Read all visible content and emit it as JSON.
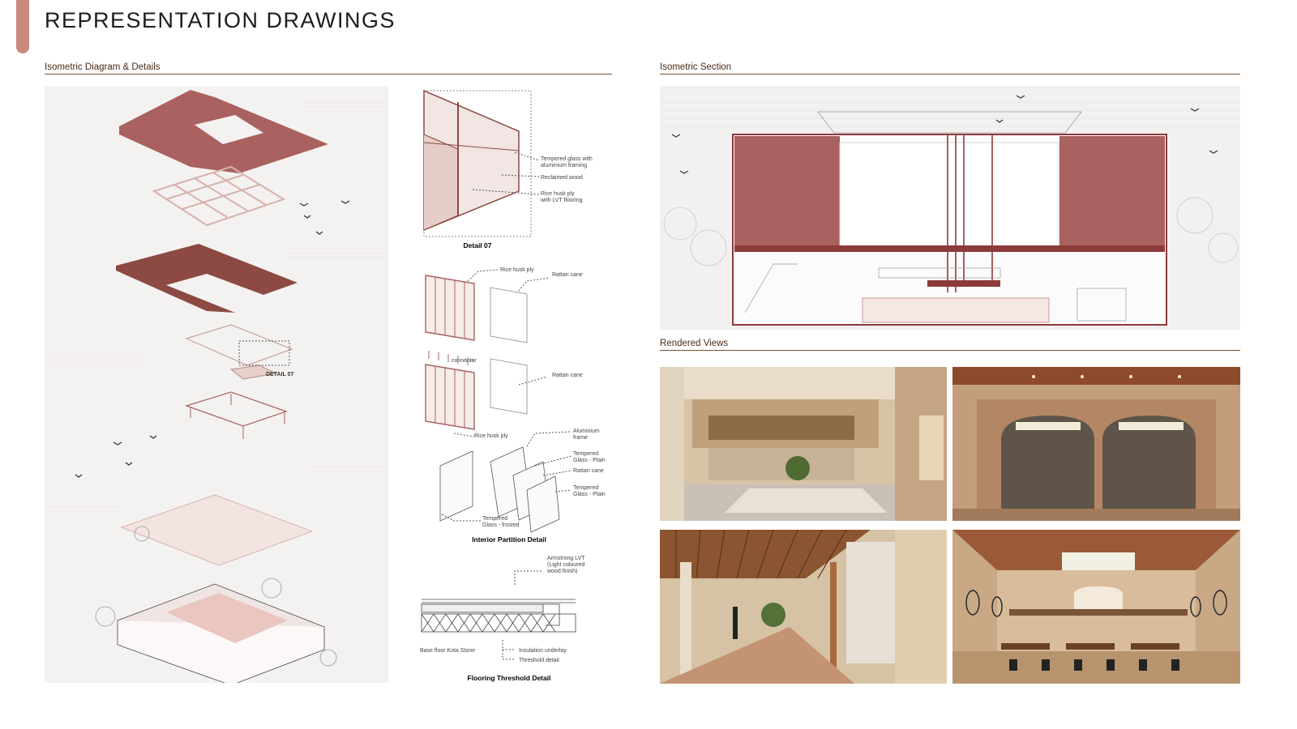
{
  "title": "REPRESENTATION DRAWINGS",
  "sections": {
    "iso_diagram": "Isometric Diagram & Details",
    "iso_section": "Isometric Section",
    "rendered": "Rendered Views"
  },
  "explode_label": "DETAIL 07",
  "detail07": {
    "caption": "Detail 07",
    "labels": [
      "Tempered glass with",
      "aluminium framing",
      "Reclaimed wood",
      "Rice husk ply",
      "with LVT flooring"
    ]
  },
  "partition": {
    "caption": "Interior Partition Detail",
    "labels": [
      "Rice husk ply",
      "Rattan cane",
      "connector",
      "Rattan cane",
      "Rice husk ply",
      "Aluminium",
      "frame",
      "Tempered",
      "Glass - Plain",
      "Rattan cane",
      "Tempered",
      "Glass - Plain",
      "Tempered",
      "Glass - frosted"
    ]
  },
  "flooring": {
    "caption": "Flooring Threshold Detail",
    "labels": [
      "Armstrong LVT",
      "(Light coloured",
      "wood finish)",
      "Base floor Kota Stone",
      "Insulation underlay",
      "Threshold detail"
    ]
  },
  "colors": {
    "accent": "#c98a7c",
    "maroon": "#8c3a3a",
    "mauve": "#a9625f",
    "brown_rule": "#7a5232"
  }
}
